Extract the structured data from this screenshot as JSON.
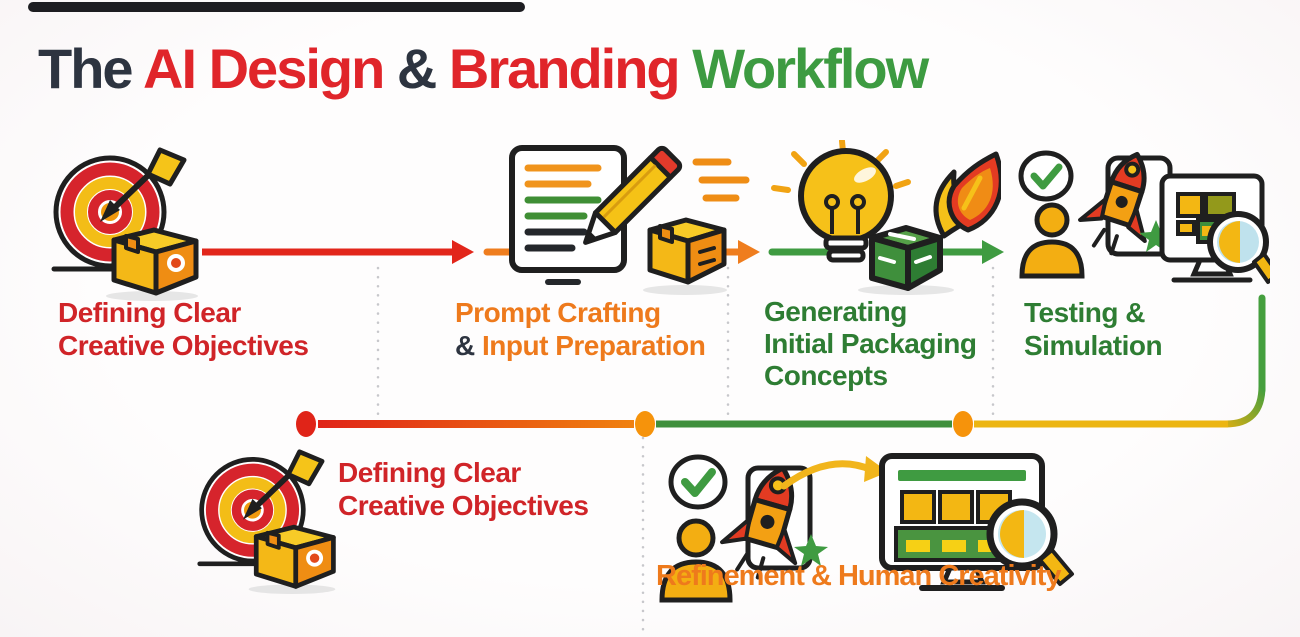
{
  "title": {
    "the": "The ",
    "ai_design": "AI Design ",
    "amp": "& ",
    "branding": "Branding ",
    "workflow": "Workflow"
  },
  "row1": [
    {
      "name": "defining-clear-creative-objectives",
      "lines": [
        "Defining Clear",
        "Creative Objectives"
      ],
      "icon": "target-dart-box-icon"
    },
    {
      "name": "prompt-crafting-input-preparation",
      "line1": "Prompt Crafting",
      "amp": "& ",
      "line2": "Input Preparation",
      "icon": "document-pencil-box-icon"
    },
    {
      "name": "generating-initial-packaging-concepts",
      "lines": [
        "Generating",
        "Initial Packaging",
        "Concepts"
      ],
      "icon": "lightbulb-box-rocket-icon"
    },
    {
      "name": "testing-simulation",
      "lines": [
        "Testing &",
        "Simulation"
      ],
      "icon": "user-check-rocket-monitor-magnifier-icon"
    }
  ],
  "row2": [
    {
      "name": "defining-clear-creative-objectives",
      "lines": [
        "Defining Clear",
        "Creative Objectives"
      ],
      "icon": "target-dart-box-icon"
    },
    {
      "name": "refinement-human-creativity",
      "label": "Refinement & Human Creativity",
      "icons": [
        "user-check-rocket-icon",
        "curved-arrow-icon",
        "monitor-magnifier-icon"
      ]
    }
  ],
  "colors": {
    "label_red": "#d02428",
    "label_orange": "#ee7a1c",
    "label_green": "#2e7d33",
    "title_navy": "#2d3440",
    "title_red": "#e0252a",
    "title_green": "#3d9b41",
    "flow_gold": "#ecb512",
    "flow_green": "#3f8f3c",
    "dot_orange": "#f6930b",
    "dot_red": "#e02418"
  }
}
